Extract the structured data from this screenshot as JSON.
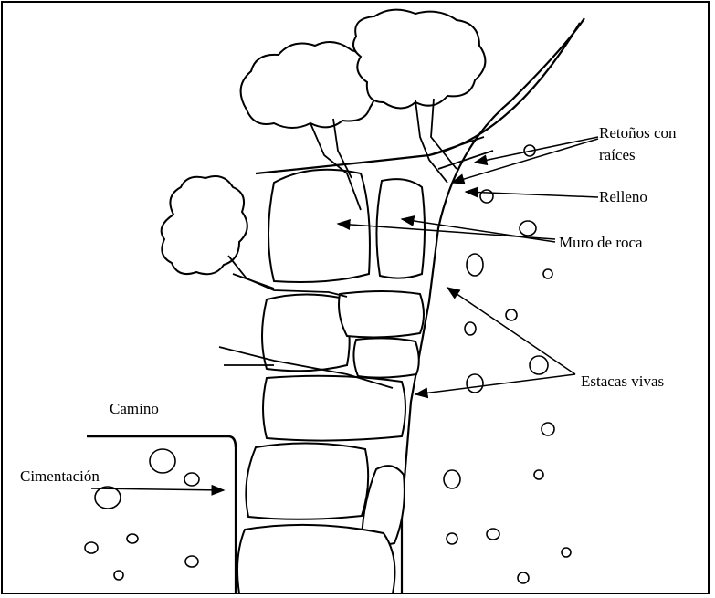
{
  "labels": {
    "retonos_line1": "Retoños con",
    "retonos_line2": "raíces",
    "relleno": "Relleno",
    "muro": "Muro de roca",
    "estacas": "Estacas vivas",
    "camino": "Camino",
    "cimentacion": "Cimentación"
  },
  "colors": {
    "ink": "#000000",
    "paper": "#ffffff"
  }
}
